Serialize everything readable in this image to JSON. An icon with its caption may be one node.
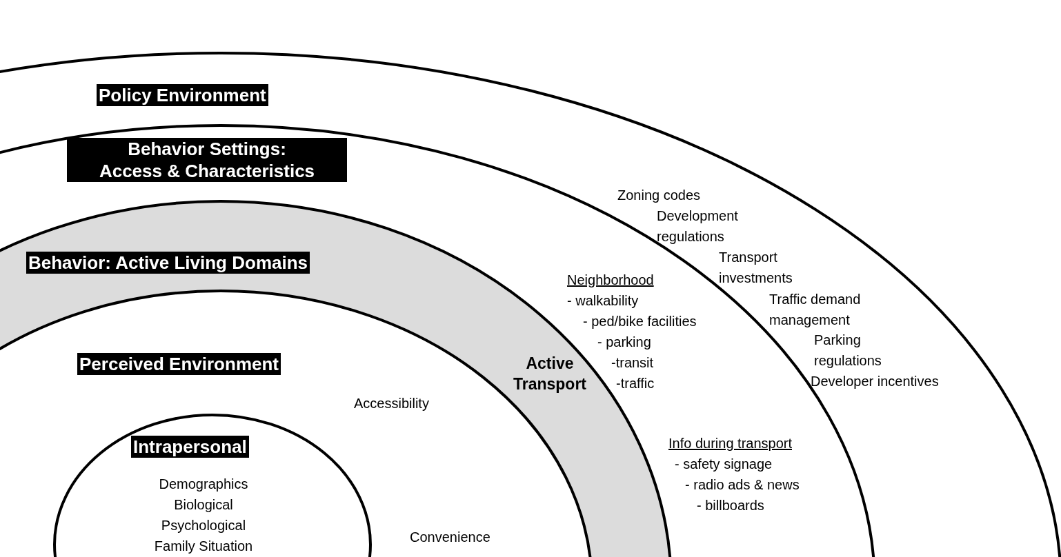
{
  "diagram": {
    "nodes": [
      {
        "text": [
          "Policy Environment",
          "Zoning codes",
          "Development regulations",
          "Transport investments",
          "Traffic demand management",
          "Parking regulations",
          "Developer incentives"
        ]
      },
      {
        "text": [
          "Behavior Settings: Access & Characteristics",
          "Neighborhood",
          "- walkability",
          "- ped/bike facilities",
          "- parking",
          "-transit",
          "-traffic",
          "Info during transport",
          "- safety signage",
          "- radio ads & news",
          "- billboards"
        ],
        "in": 0
      },
      {
        "text": [
          "Behavior: Active Living Domains",
          "Active Transport"
        ],
        "in": 1
      },
      {
        "text": [
          "Perceived Environment",
          "Accessibility",
          "Convenience"
        ],
        "in": 2
      },
      {
        "text": [
          "Intrapersonal",
          "Demographics",
          "Biological",
          "Psychological",
          "Family Situation"
        ],
        "in": 3
      }
    ]
  }
}
